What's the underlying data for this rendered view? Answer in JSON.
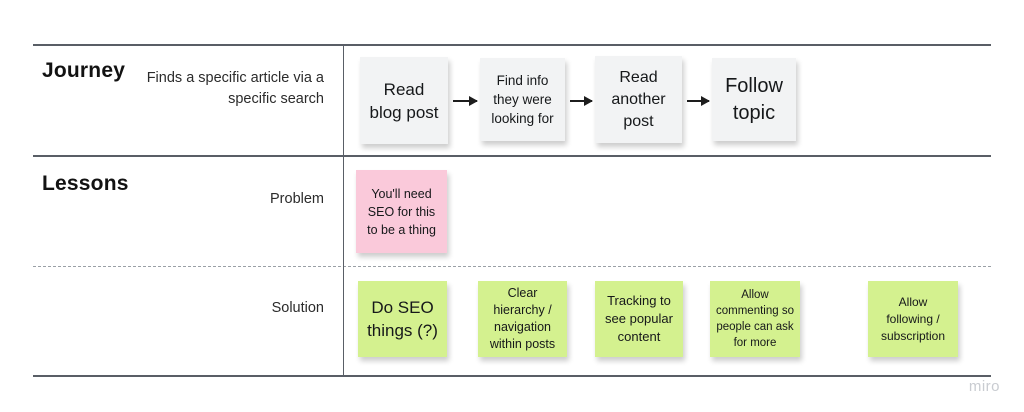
{
  "board": {
    "watermark": "miro",
    "colors": {
      "note_grey": "#f2f3f4",
      "note_pink": "#fac9da",
      "note_green": "#d4f18f",
      "rule": "#595e66",
      "dashed_rule": "#9aa0a6",
      "watermark": "#c9ccd1"
    }
  },
  "rows": [
    {
      "title": "Journey",
      "sublabel": "Finds a specific article via a specific search",
      "notes": [
        {
          "text": "Read blog post",
          "color": "grey"
        },
        {
          "text": "Find info they were looking for",
          "color": "grey"
        },
        {
          "text": "Read another post",
          "color": "grey"
        },
        {
          "text": "Follow topic",
          "color": "grey"
        }
      ]
    },
    {
      "title": "Lessons",
      "sublabel": "Problem",
      "notes": [
        {
          "text": "You'll need SEO for this to be a thing",
          "color": "pink"
        }
      ]
    },
    {
      "title": "",
      "sublabel": "Solution",
      "notes": [
        {
          "text": "Do SEO things (?)",
          "color": "green"
        },
        {
          "text": "Clear hierarchy / navigation within posts",
          "color": "green"
        },
        {
          "text": "Tracking to see popular content",
          "color": "green"
        },
        {
          "text": "Allow commenting so people can ask for more",
          "color": "green"
        },
        {
          "text": "Allow following / subscription",
          "color": "green"
        }
      ]
    }
  ]
}
